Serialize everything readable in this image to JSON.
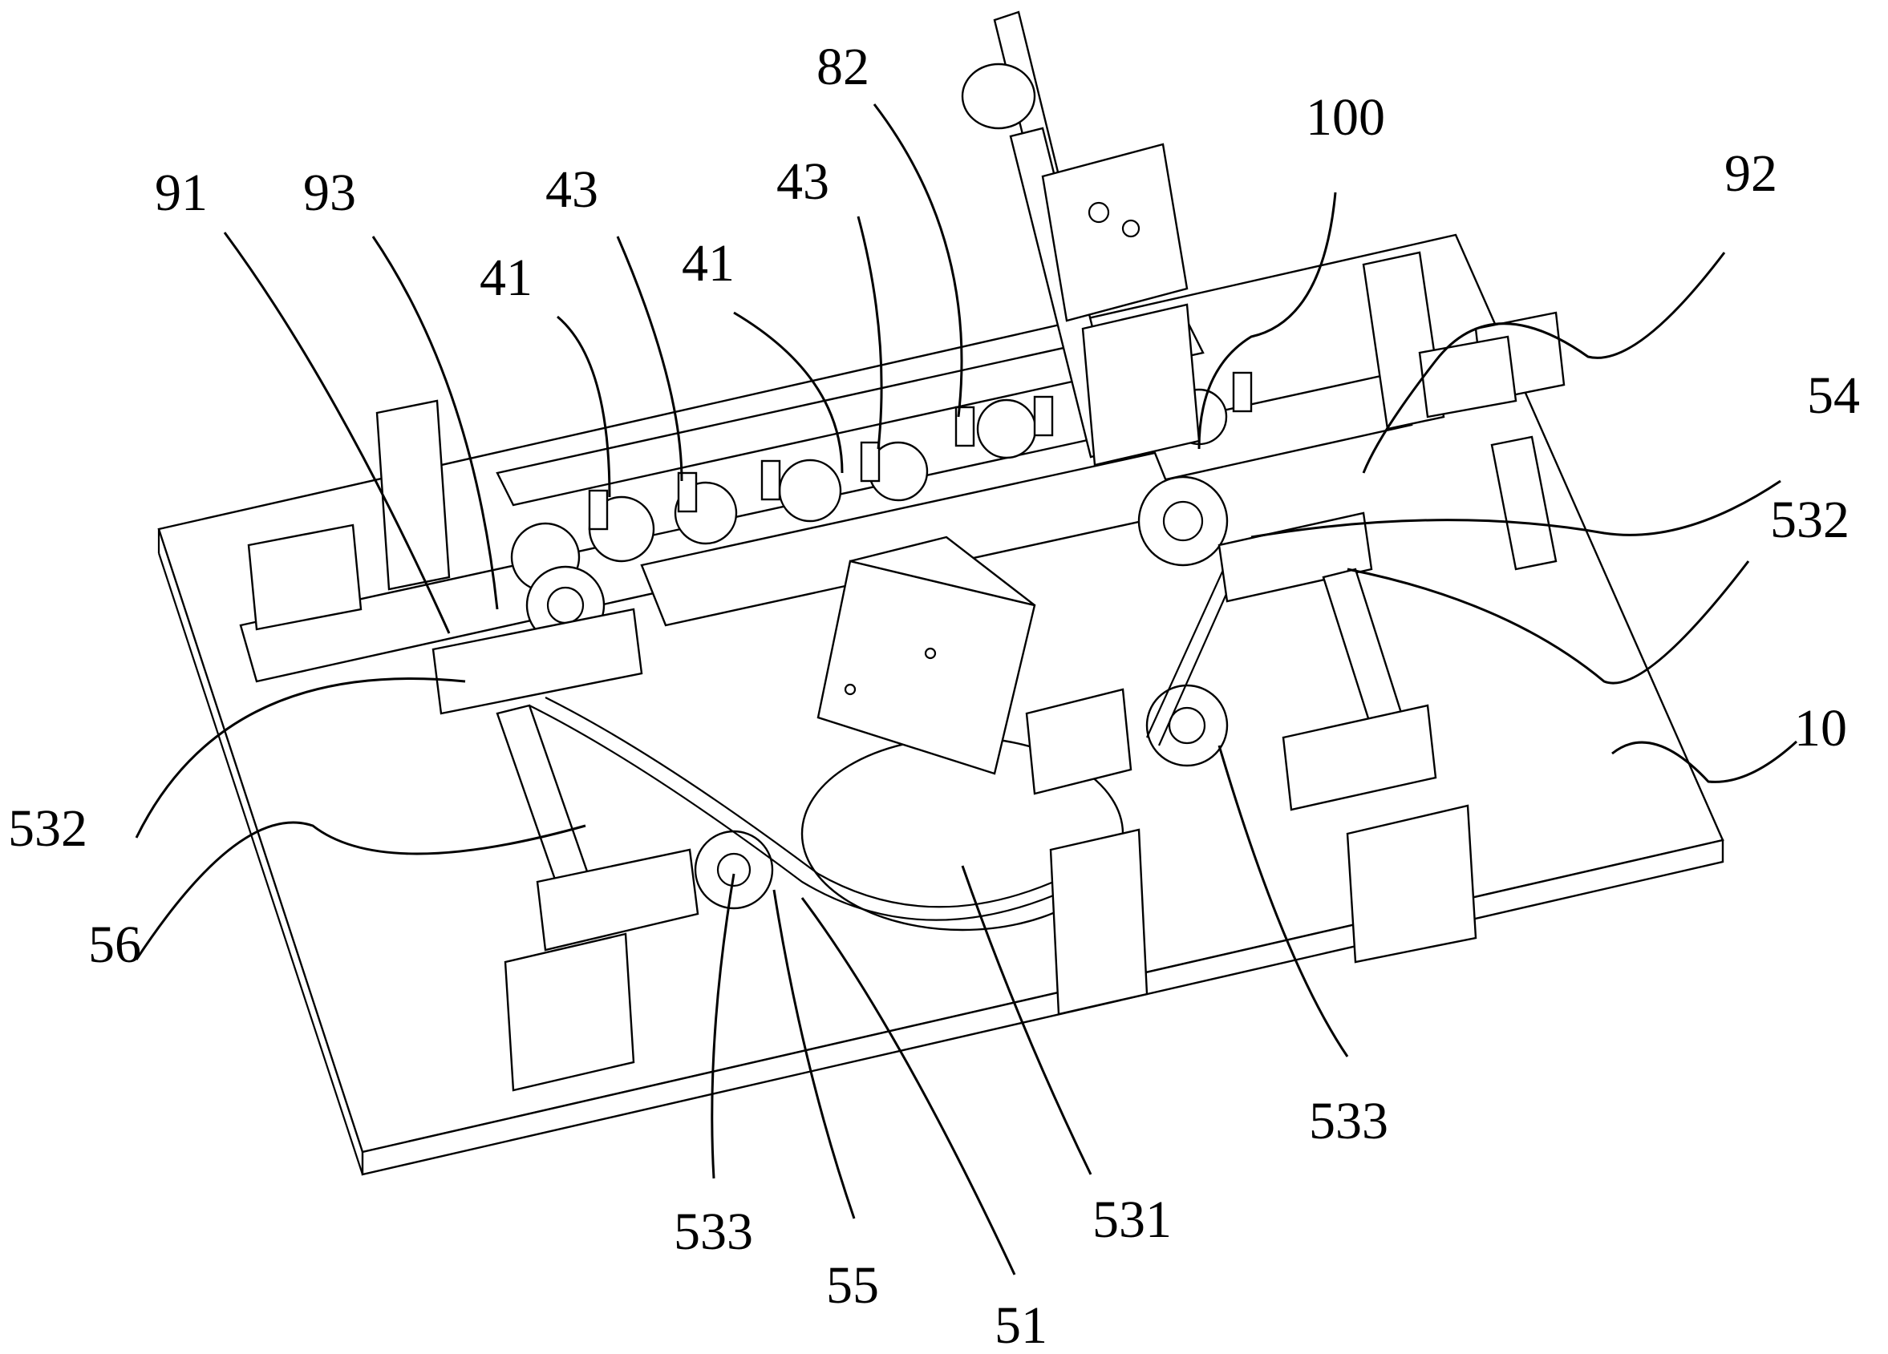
{
  "figure": {
    "type": "patent mechanical assembly drawing (isometric line art)",
    "labels": [
      {
        "id": "lbl-91",
        "text": "91"
      },
      {
        "id": "lbl-93",
        "text": "93"
      },
      {
        "id": "lbl-41a",
        "text": "41"
      },
      {
        "id": "lbl-43a",
        "text": "43"
      },
      {
        "id": "lbl-41b",
        "text": "41"
      },
      {
        "id": "lbl-43b",
        "text": "43"
      },
      {
        "id": "lbl-82",
        "text": "82"
      },
      {
        "id": "lbl-100",
        "text": "100"
      },
      {
        "id": "lbl-92",
        "text": "92"
      },
      {
        "id": "lbl-54",
        "text": "54"
      },
      {
        "id": "lbl-532r",
        "text": "532"
      },
      {
        "id": "lbl-10",
        "text": "10"
      },
      {
        "id": "lbl-532l",
        "text": "532"
      },
      {
        "id": "lbl-56",
        "text": "56"
      },
      {
        "id": "lbl-533r",
        "text": "533"
      },
      {
        "id": "lbl-533l",
        "text": "533"
      },
      {
        "id": "lbl-55",
        "text": "55"
      },
      {
        "id": "lbl-51",
        "text": "51"
      },
      {
        "id": "lbl-531",
        "text": "531"
      }
    ]
  }
}
